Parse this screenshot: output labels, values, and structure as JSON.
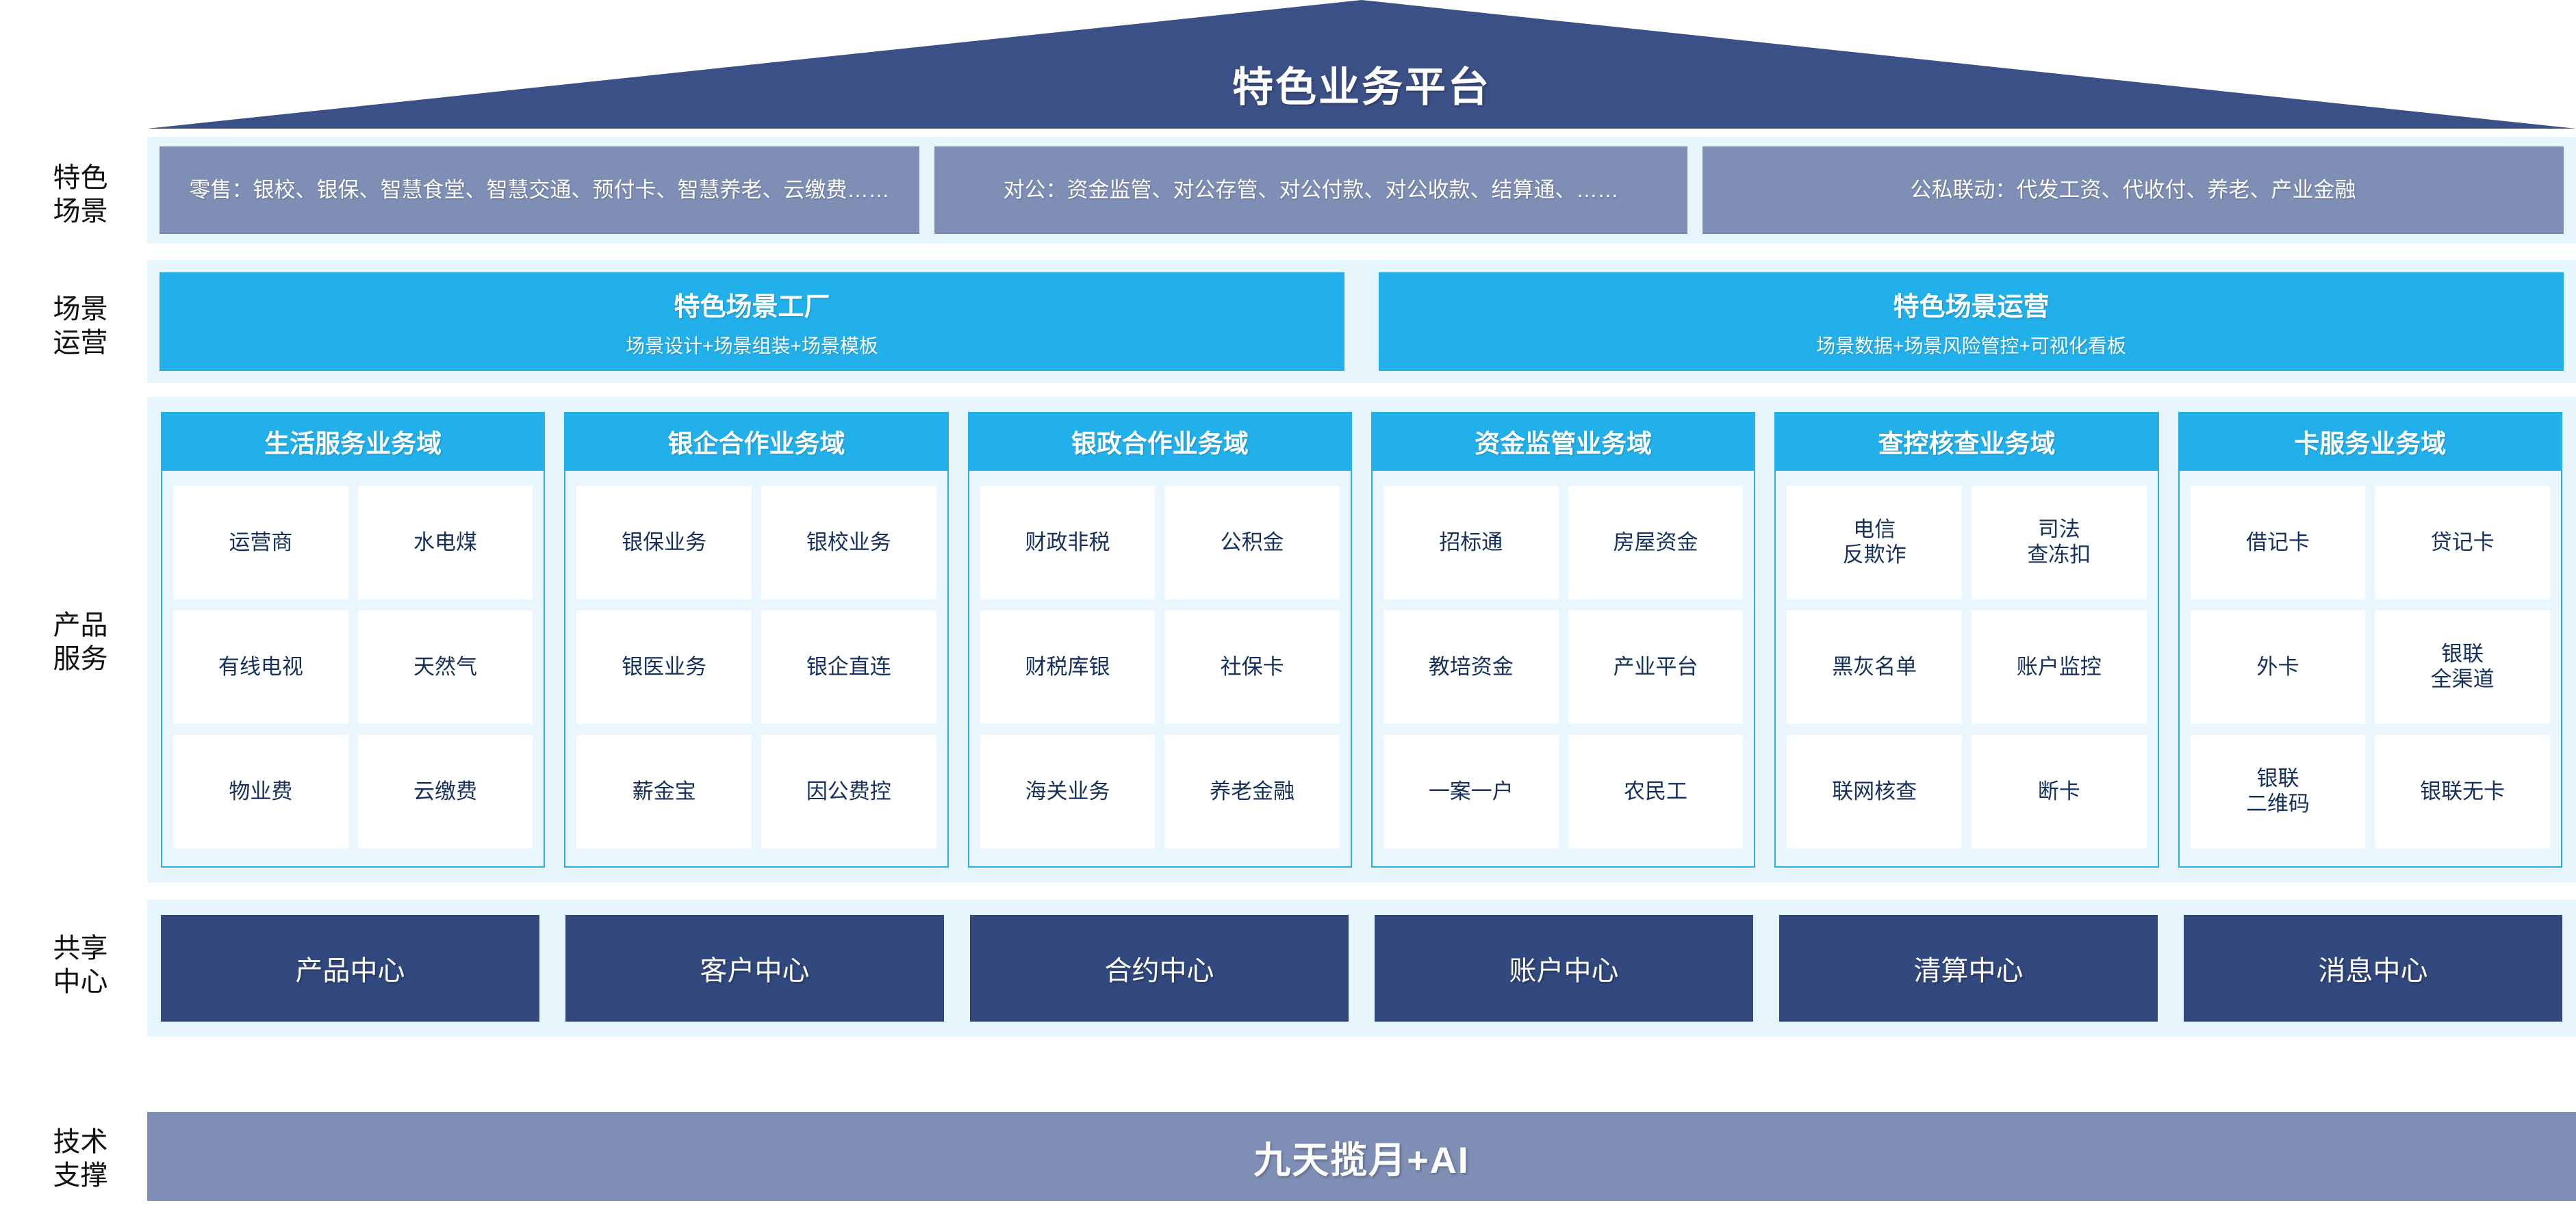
{
  "header": {
    "title": "特色业务平台"
  },
  "rows": {
    "scene": {
      "gutter_label": "特色\n场景",
      "boxes": [
        "零售：银校、银保、智慧食堂、智慧交通、预付卡、智慧养老、云缴费……",
        "对公：资金监管、对公存管、对公付款、对公收款、结算通、……",
        "公私联动：代发工资、代收付、养老、产业金融"
      ]
    },
    "operation": {
      "gutter_label": "场景\n运营",
      "boxes": [
        {
          "title": "特色场景工厂",
          "subtitle": "场景设计+场景组装+场景模板"
        },
        {
          "title": "特色场景运营",
          "subtitle": "场景数据+场景风险管控+可视化看板"
        }
      ]
    },
    "product": {
      "gutter_label": "产品\n服务",
      "cards": [
        {
          "title": "生活服务业务域",
          "tiles": [
            "运营商",
            "水电煤",
            "有线电视",
            "天然气",
            "物业费",
            "云缴费"
          ]
        },
        {
          "title": "银企合作业务域",
          "tiles": [
            "银保业务",
            "银校业务",
            "银医业务",
            "银企直连",
            "薪金宝",
            "因公费控"
          ]
        },
        {
          "title": "银政合作业务域",
          "tiles": [
            "财政非税",
            "公积金",
            "财税库银",
            "社保卡",
            "海关业务",
            "养老金融"
          ]
        },
        {
          "title": "资金监管业务域",
          "tiles": [
            "招标通",
            "房屋资金",
            "教培资金",
            "产业平台",
            "一案一户",
            "农民工"
          ]
        },
        {
          "title": "查控核查业务域",
          "tiles": [
            "电信\n反欺诈",
            "司法\n查冻扣",
            "黑灰名单",
            "账户监控",
            "联网核查",
            "断卡"
          ]
        },
        {
          "title": "卡服务业务域",
          "tiles": [
            "借记卡",
            "贷记卡",
            "外卡",
            "银联\n全渠道",
            "银联\n二维码",
            "银联无卡"
          ]
        }
      ]
    },
    "center": {
      "gutter_label": "共享\n中心",
      "boxes": [
        "产品中心",
        "客户中心",
        "合约中心",
        "账户中心",
        "清算中心",
        "消息中心"
      ]
    },
    "tech": {
      "gutter_label": "技术\n支撑",
      "bar_label": "九天揽月+AI"
    }
  },
  "colors": {
    "roof_navy": "#3B5087",
    "band_bg": "#E7F5FC",
    "scene_box": "#7E8EB5",
    "cyan": "#22B0EA",
    "card_border": "#2AAEE6",
    "card_bg": "#E9F6FD",
    "tile_bg": "#FFFFFF",
    "tile_text": "#16305E",
    "center_navy": "#32497F",
    "tech_bar": "#7E8EB5"
  }
}
